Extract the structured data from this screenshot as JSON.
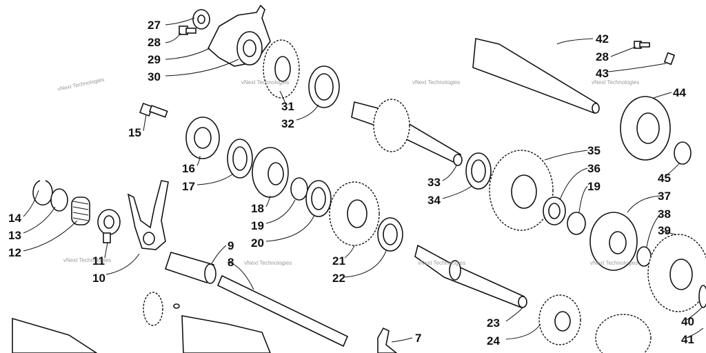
{
  "watermark_text": "vNext Technologies",
  "callouts": [
    "27",
    "28",
    "29",
    "30",
    "31",
    "32",
    "15",
    "16",
    "17",
    "14",
    "13",
    "12",
    "11",
    "10",
    "18",
    "19",
    "20",
    "21",
    "22",
    "9",
    "8",
    "7",
    "42",
    "28",
    "43",
    "44",
    "33",
    "34",
    "35",
    "36",
    "19",
    "45",
    "37",
    "38",
    "39",
    "40",
    "41",
    "23",
    "24"
  ]
}
